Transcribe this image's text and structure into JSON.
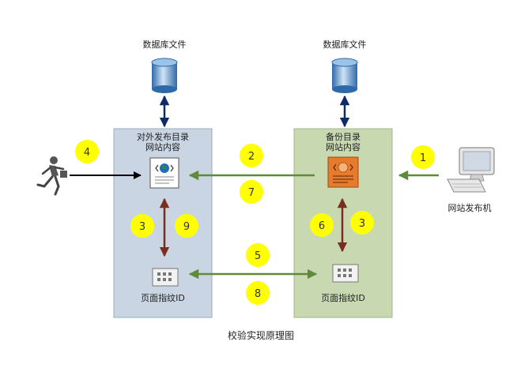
{
  "labels": {
    "db_left": "数据库文件",
    "db_right": "数据库文件",
    "left_panel_line1": "对外发布目录",
    "left_panel_line2": "网站内容",
    "right_panel_line1": "备份目录",
    "right_panel_line2": "网站内容",
    "left_fingerprint": "页面指纹ID",
    "right_fingerprint": "页面指纹ID",
    "computer": "网站发布机",
    "caption": "校验实现原理图"
  },
  "steps": {
    "s1": "1",
    "s2": "2",
    "s3_left": "3",
    "s3_right": "3",
    "s4": "4",
    "s5": "5",
    "s6": "6",
    "s7": "7",
    "s8": "8",
    "s9": "9"
  },
  "colors": {
    "left_panel": "#c9d5e3",
    "right_panel": "#c8d9b2",
    "badge": "#ffff00",
    "green_arrow": "#5e8a3a",
    "brown_arrow": "#7a2e1f",
    "navy_arrow": "#0d2a6b",
    "page_icon_orange": "#e87a2e"
  }
}
